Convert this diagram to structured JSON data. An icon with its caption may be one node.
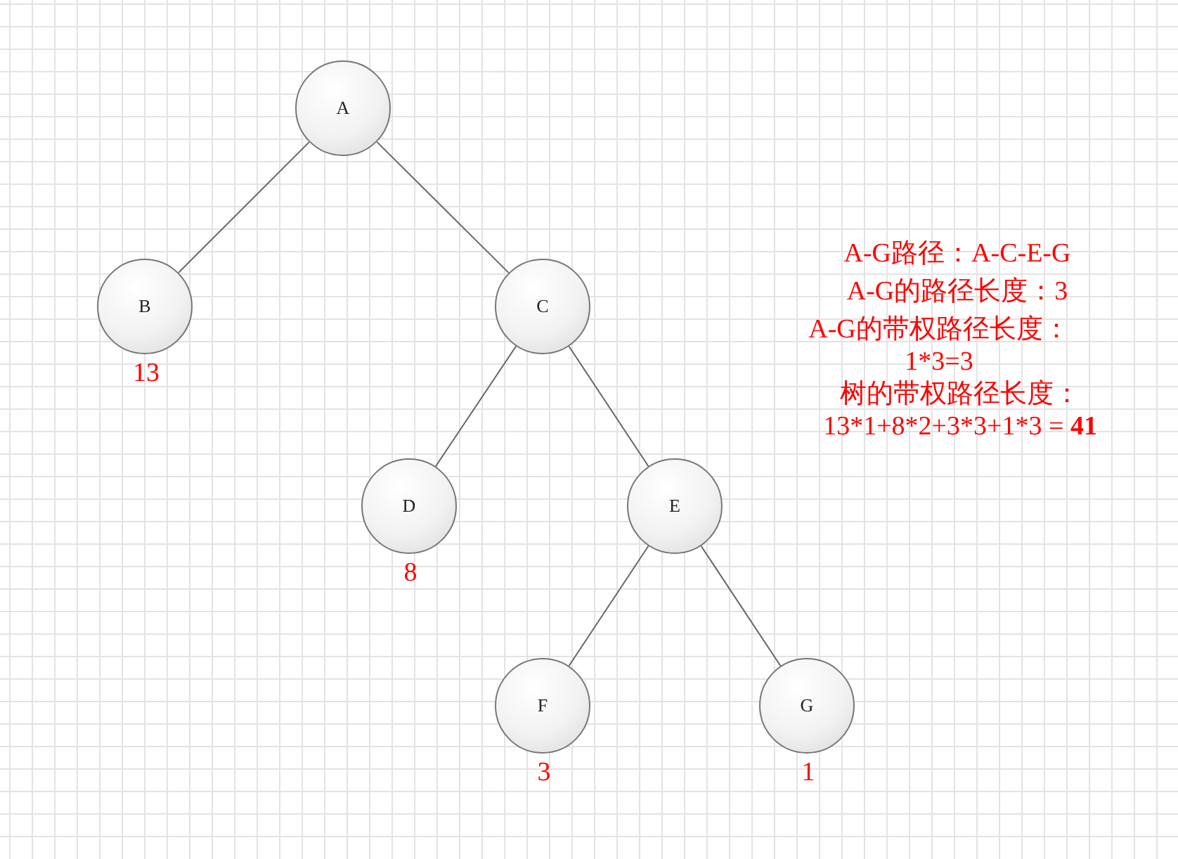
{
  "diagram": {
    "nodes": [
      {
        "text": [
          "A"
        ]
      },
      {
        "text": [
          "B"
        ],
        "beside": [
          "13"
        ]
      },
      {
        "text": [
          "C"
        ]
      },
      {
        "text": [
          "D"
        ],
        "beside": [
          "8"
        ]
      },
      {
        "text": [
          "E"
        ]
      },
      {
        "text": [
          "F"
        ],
        "beside": [
          "3"
        ]
      },
      {
        "text": [
          "G"
        ],
        "beside": [
          "1"
        ]
      }
    ],
    "edges": [
      {
        "from": 0,
        "to": 1,
        "arrow": "none"
      },
      {
        "from": 0,
        "to": 2,
        "arrow": "none"
      },
      {
        "from": 2,
        "to": 3,
        "arrow": "none"
      },
      {
        "from": 2,
        "to": 4,
        "arrow": "none"
      },
      {
        "from": 4,
        "to": 5,
        "arrow": "none"
      },
      {
        "from": 4,
        "to": 6,
        "arrow": "none"
      }
    ],
    "labels": [
      "A-G路径：A-C-E-G",
      "A-G的路径长度：3",
      "A-G的带权路径长度：1*3=3",
      "树的带权路径长度：13*1+8*2+3*3+1*3 = **41**"
    ]
  }
}
